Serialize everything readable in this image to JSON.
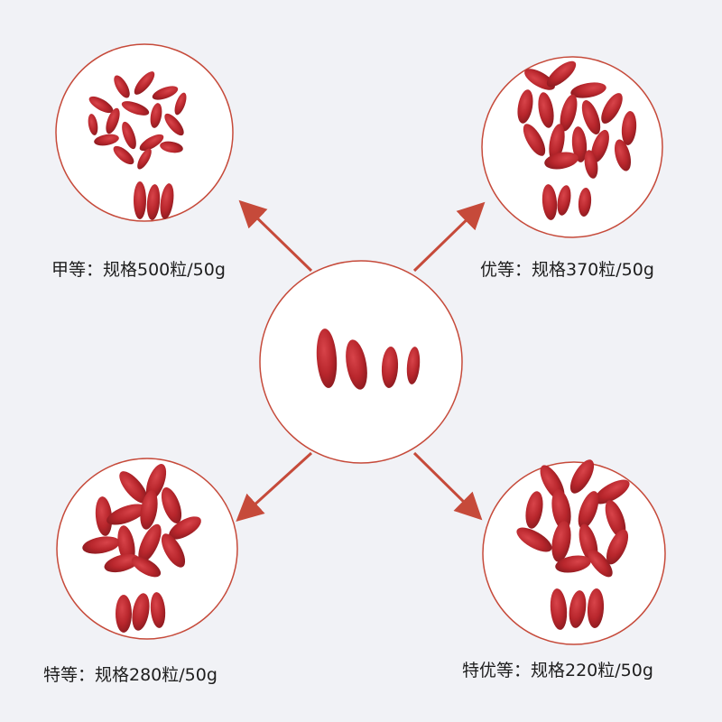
{
  "accent_color": "#c64a3a",
  "berry_color": "#b8262c",
  "grades": [
    {
      "name": "甲等",
      "label": "甲等：规格500粒/50g"
    },
    {
      "name": "优等",
      "label": "优等：规格370粒/50g"
    },
    {
      "name": "特等",
      "label": "特等：规格280粒/50g"
    },
    {
      "name": "特优等",
      "label": "特优等：规格220粒/50g"
    }
  ]
}
